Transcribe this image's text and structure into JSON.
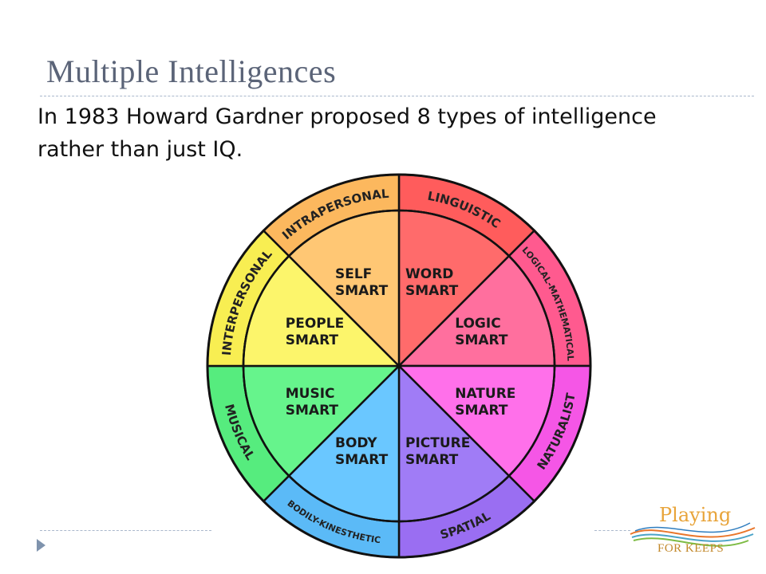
{
  "slide": {
    "title": "Multiple Intelligences",
    "body_line_1": "In 1983 Howard Gardner proposed 8 types of intelligence",
    "body_line_2": "rather than just IQ."
  },
  "wheel": {
    "segments": [
      {
        "outer": "LINGUISTIC",
        "inner_1": "WORD",
        "inner_2": "SMART",
        "color": "#ff6b6b",
        "outer_color": "#ff5c5c"
      },
      {
        "outer": "LOGICAL-MATHEMATICAL",
        "inner_1": "LOGIC",
        "inner_2": "SMART",
        "color": "#ff6f9e",
        "outer_color": "#ff5a8f"
      },
      {
        "outer": "NATURALIST",
        "inner_1": "NATURE",
        "inner_2": "SMART",
        "color": "#ff70ea",
        "outer_color": "#f556e6"
      },
      {
        "outer": "SPATIAL",
        "inner_1": "PICTURE",
        "inner_2": "SMART",
        "color": "#a07cf6",
        "outer_color": "#9a6ef2"
      },
      {
        "outer": "BODILY-KINESTHETIC",
        "inner_1": "BODY",
        "inner_2": "SMART",
        "color": "#6ac7ff",
        "outer_color": "#5bbaf7"
      },
      {
        "outer": "MUSICAL",
        "inner_1": "MUSIC",
        "inner_2": "SMART",
        "color": "#66f48c",
        "outer_color": "#56ec7e"
      },
      {
        "outer": "INTERPERSONAL",
        "inner_1": "PEOPLE",
        "inner_2": "SMART",
        "color": "#fcf56b",
        "outer_color": "#f8ee52"
      },
      {
        "outer": "INTRAPERSONAL",
        "inner_1": "SELF",
        "inner_2": "SMART",
        "color": "#ffc774",
        "outer_color": "#fcb85e"
      }
    ]
  },
  "logo": {
    "name": "Playing",
    "tagline": "FOR KEEPS"
  }
}
